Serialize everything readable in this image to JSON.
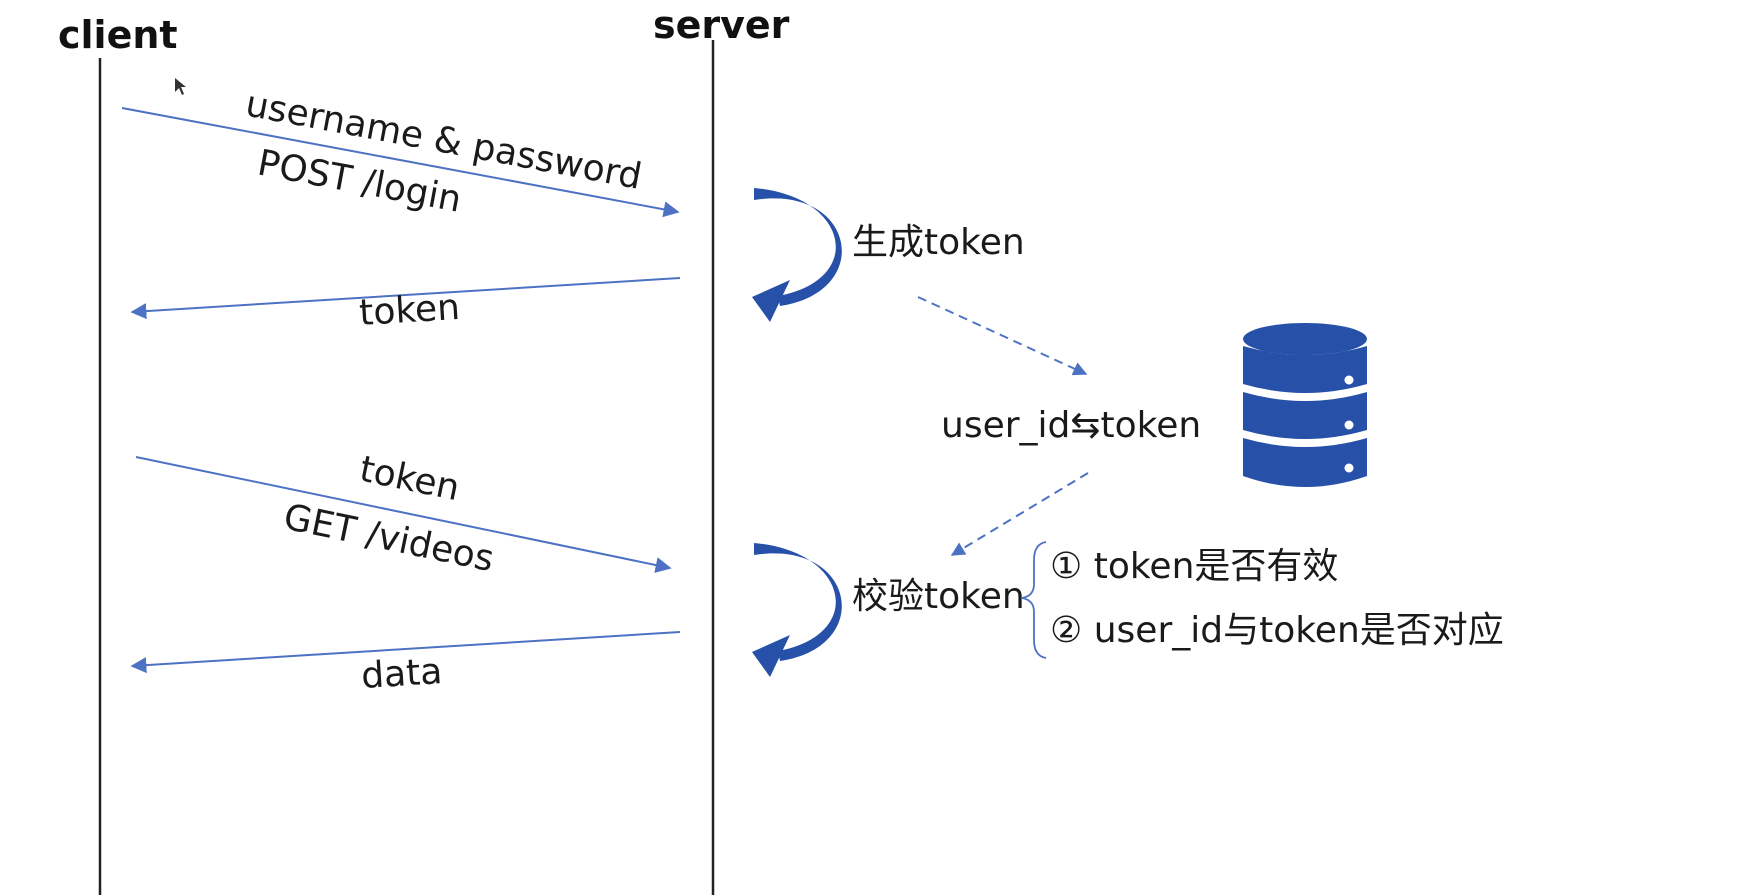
{
  "lifelines": {
    "client": "client",
    "server": "server"
  },
  "messages": {
    "login_request_line1": "username & password",
    "login_request_line2": "POST /login",
    "login_response": "token",
    "videos_request_line1": "token",
    "videos_request_line2": "GET /videos",
    "videos_response": "data"
  },
  "server_steps": {
    "generate": "生成token",
    "mapping": "user_id⇆token",
    "verify": "校验token"
  },
  "verify_checks": [
    "① token是否有效",
    "② user_id与token是否对应"
  ],
  "icons": {
    "database": "database-icon",
    "loop_arrow": "curved-arrow-icon"
  },
  "colors": {
    "message_line": "#4d72c4",
    "accent_blue": "#2750a8",
    "lifeline": "#222222"
  }
}
